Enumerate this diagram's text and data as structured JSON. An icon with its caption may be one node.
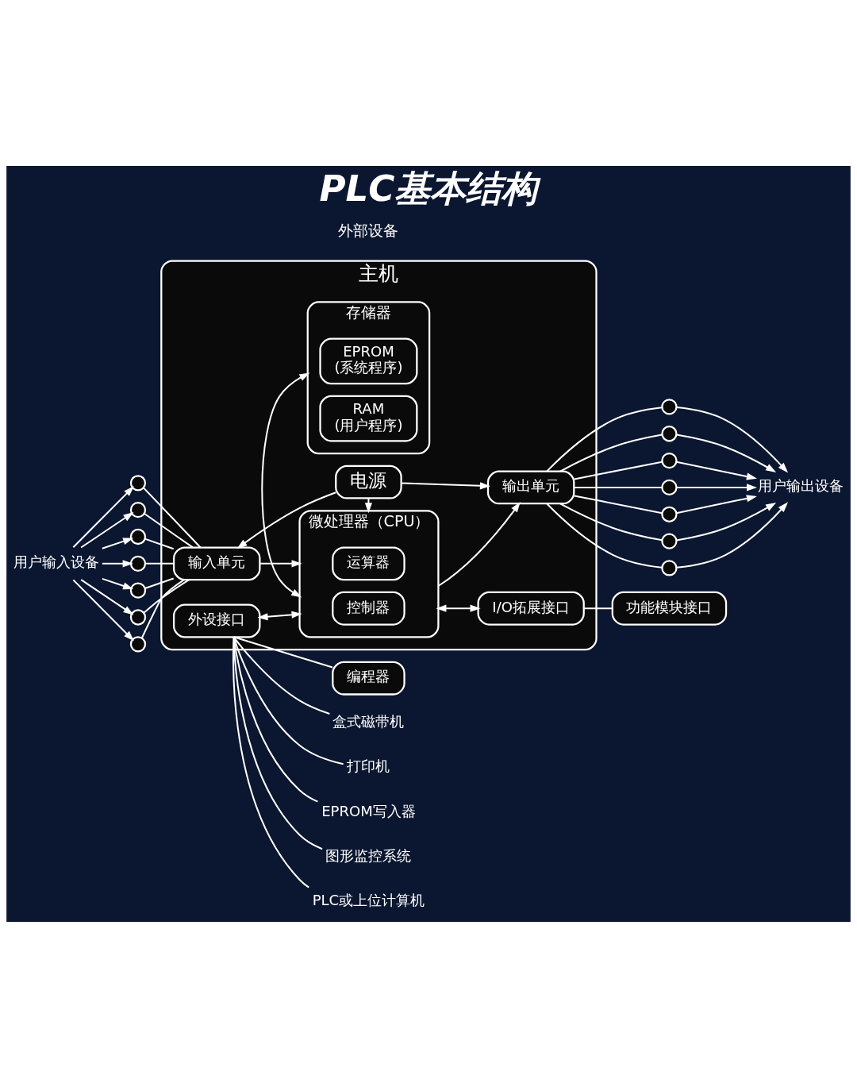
{
  "diagram": {
    "title": "PLC基本结构",
    "nodes": [
      {
        "text": [
          "主机"
        ]
      },
      {
        "text": [
          "电源"
        ],
        "in": 0
      },
      {
        "text": [
          "用户输入设备"
        ]
      },
      {
        "text": [],
        "shape": "circle"
      },
      {
        "text": [],
        "shape": "circle"
      },
      {
        "text": [],
        "shape": "circle"
      },
      {
        "text": [],
        "shape": "circle"
      },
      {
        "text": [],
        "shape": "circle"
      },
      {
        "text": [],
        "shape": "circle"
      },
      {
        "text": [],
        "shape": "circle"
      },
      {
        "text": [
          "输入单元"
        ],
        "in": 0
      },
      {
        "text": [
          "微处理器（CPU）"
        ],
        "in": 0
      },
      {
        "text": [
          "运算器"
        ],
        "in": 11
      },
      {
        "text": [
          "控制器"
        ],
        "in": 11
      },
      {
        "text": [
          "输出单元"
        ],
        "in": 0
      },
      {
        "text": [],
        "shape": "circle"
      },
      {
        "text": [],
        "shape": "circle"
      },
      {
        "text": [],
        "shape": "circle"
      },
      {
        "text": [],
        "shape": "circle"
      },
      {
        "text": [],
        "shape": "circle"
      },
      {
        "text": [],
        "shape": "circle"
      },
      {
        "text": [],
        "shape": "circle"
      },
      {
        "text": [
          "用户输出设备"
        ]
      },
      {
        "text": [
          "外设接口"
        ],
        "in": 0
      },
      {
        "text": [
          "存储器"
        ],
        "in": 0
      },
      {
        "text": [
          "EPROM",
          "(系统程序)"
        ],
        "in": 24
      },
      {
        "text": [
          "RAM",
          "(用户程序)"
        ],
        "in": 24
      },
      {
        "text": [
          "I/O拓展接口"
        ],
        "in": 0
      },
      {
        "text": [
          "功能模块接口"
        ]
      },
      {
        "text": [
          "编程器"
        ]
      },
      {
        "text": [
          "盒式磁带机"
        ]
      },
      {
        "text": [
          "打印机"
        ]
      },
      {
        "text": [
          "EPROM写入器"
        ]
      },
      {
        "text": [
          "图形监控系统"
        ]
      },
      {
        "text": [
          "PLC或上位计算机"
        ]
      }
    ],
    "edges": [
      {
        "from": 1,
        "to": 10,
        "arrow": "to"
      },
      {
        "from": 1,
        "to": 11,
        "arrow": "to"
      },
      {
        "from": 1,
        "to": 14,
        "arrow": "to"
      },
      {
        "from": 2,
        "to": 3,
        "arrow": "to"
      },
      {
        "from": 2,
        "to": 4,
        "arrow": "to"
      },
      {
        "from": 2,
        "to": 5,
        "arrow": "to"
      },
      {
        "from": 2,
        "to": 6,
        "arrow": "to"
      },
      {
        "from": 2,
        "to": 7,
        "arrow": "to"
      },
      {
        "from": 2,
        "to": 8,
        "arrow": "to"
      },
      {
        "from": 2,
        "to": 9,
        "arrow": "to"
      },
      {
        "from": 3,
        "to": 10,
        "arrow": "none"
      },
      {
        "from": 4,
        "to": 10,
        "arrow": "none"
      },
      {
        "from": 5,
        "to": 10,
        "arrow": "none"
      },
      {
        "from": 6,
        "to": 10,
        "arrow": "none"
      },
      {
        "from": 7,
        "to": 10,
        "arrow": "none"
      },
      {
        "from": 8,
        "to": 10,
        "arrow": "none"
      },
      {
        "from": 9,
        "to": 10,
        "arrow": "none"
      },
      {
        "from": 10,
        "to": 11,
        "arrow": "to"
      },
      {
        "from": 11,
        "to": 14,
        "arrow": "to"
      },
      {
        "from": 14,
        "to": 15,
        "arrow": "none"
      },
      {
        "from": 14,
        "to": 16,
        "arrow": "none"
      },
      {
        "from": 14,
        "to": 17,
        "arrow": "none"
      },
      {
        "from": 14,
        "to": 18,
        "arrow": "none"
      },
      {
        "from": 14,
        "to": 19,
        "arrow": "none"
      },
      {
        "from": 14,
        "to": 20,
        "arrow": "none"
      },
      {
        "from": 14,
        "to": 21,
        "arrow": "none"
      },
      {
        "from": 15,
        "to": 22,
        "arrow": "to"
      },
      {
        "from": 16,
        "to": 22,
        "arrow": "to"
      },
      {
        "from": 17,
        "to": 22,
        "arrow": "to"
      },
      {
        "from": 18,
        "to": 22,
        "arrow": "to"
      },
      {
        "from": 19,
        "to": 22,
        "arrow": "to"
      },
      {
        "from": 20,
        "to": 22,
        "arrow": "to"
      },
      {
        "from": 21,
        "to": 22,
        "arrow": "to"
      },
      {
        "from": 11,
        "to": 23,
        "arrow": "both"
      },
      {
        "from": 11,
        "to": 24,
        "arrow": "both"
      },
      {
        "from": 11,
        "to": 27,
        "arrow": "both"
      },
      {
        "from": 27,
        "to": 28,
        "arrow": "none"
      },
      {
        "from": 23,
        "to": 29,
        "arrow": "none"
      },
      {
        "from": 23,
        "to": 30,
        "arrow": "none"
      },
      {
        "from": 23,
        "to": 31,
        "arrow": "none"
      },
      {
        "from": 23,
        "to": 32,
        "arrow": "none"
      },
      {
        "from": 23,
        "to": 33,
        "arrow": "none"
      },
      {
        "from": 23,
        "to": 34,
        "arrow": "none"
      }
    ],
    "labels": [
      "外部设备"
    ]
  }
}
